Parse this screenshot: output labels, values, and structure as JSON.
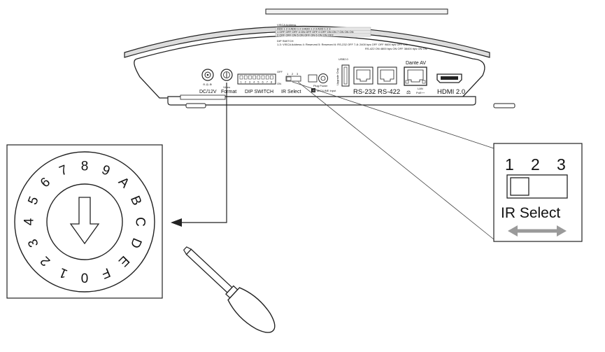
{
  "device": {
    "power_label": "DC/12V",
    "video_format_label_top": "Video",
    "video_format_label": "Format",
    "dip_switch_label": "DIP SWITCH",
    "dip_numbers": [
      "1",
      "2",
      "3",
      "4",
      "5",
      "6",
      "7",
      "8"
    ],
    "dip_off": "OFF",
    "dip_on": "ON",
    "ir_select_label": "IR Select",
    "ir_numbers": [
      "1",
      "2",
      "3"
    ],
    "mic_line_top": "Plug Power",
    "mic_line_label": "MIC/LINE Input",
    "usb_side_label": "Upgrade Only",
    "usb_label": "USB2.0",
    "rs232_label": "RS-232",
    "rs422_label": "RS-422",
    "dante_label": "Dante AV",
    "lan_label": "LAN",
    "poe_label": "PoE++",
    "hdmi_label": "HDMI 2.0",
    "visca_title": "VISCA Address",
    "dip_switch_title": "DIP SWITCH",
    "table_lines": [
      "ADD  1  2  3  ADD  1  2  3  ADD  1  2  3  ADD  1  2  3",
      "1  OFF OFF OFF  4  ON OFF OFF  0  OFF ON ON  7  ON ON ON",
      "2  OFF OFF ON  5  ON OFF ON  6  ON ON OFF",
      "1-3: VISCA Address    4: Reserved    5: Reserved    6: RS-232  OFF  7-8: 2400 bps  OFF OFF  9600 bps  OFF ON",
      "RS-422  ON   4800 bps  ON OFF  38400 bps  ON ON"
    ]
  },
  "rotary": {
    "labels": [
      "0",
      "1",
      "2",
      "3",
      "4",
      "5",
      "6",
      "7",
      "8",
      "9",
      "A",
      "B",
      "C",
      "D",
      "E",
      "F"
    ]
  },
  "ir_panel": {
    "numbers": [
      "1",
      "2",
      "3"
    ],
    "title": "IR Select"
  }
}
